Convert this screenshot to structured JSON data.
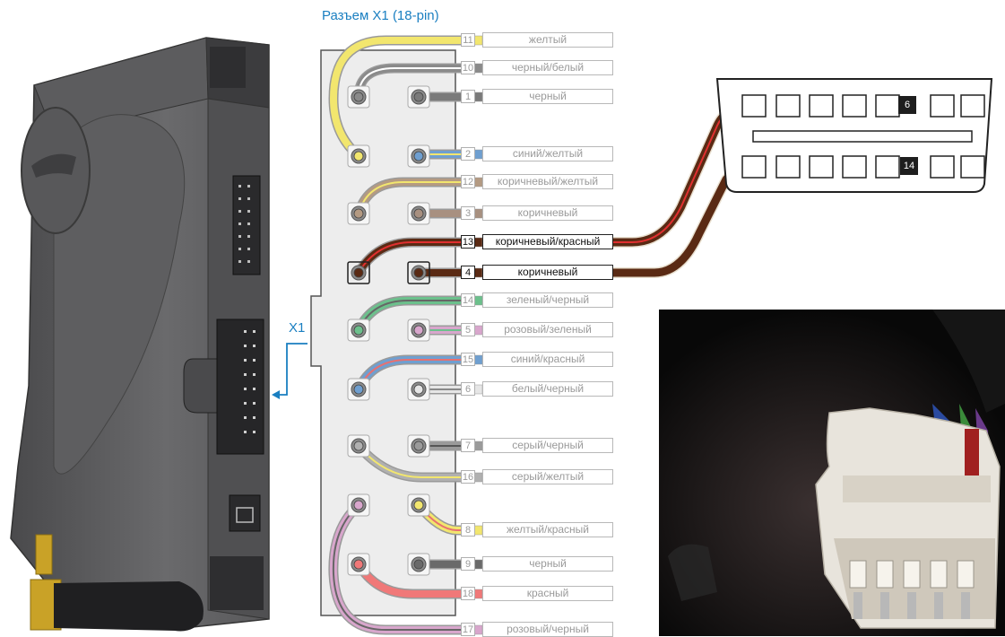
{
  "connector_title": "Разъем X1 (18-pin)",
  "x1_label": "X1",
  "wires": [
    {
      "pin": "11",
      "label": "желтый",
      "color": "#f2e66e",
      "stripe": "#f2e66e",
      "highlight": false
    },
    {
      "pin": "10",
      "label": "черный/белый",
      "color": "#8a8a8a",
      "stripe": "#ffffff",
      "highlight": false
    },
    {
      "pin": "1",
      "label": "черный",
      "color": "#7a7a7a",
      "stripe": "#7a7a7a",
      "highlight": false
    },
    {
      "pin": "2",
      "label": "синий/желтый",
      "color": "#6f9fd0",
      "stripe": "#f2e66e",
      "highlight": false
    },
    {
      "pin": "12",
      "label": "коричневый/желтый",
      "color": "#b49a82",
      "stripe": "#f2e66e",
      "highlight": false
    },
    {
      "pin": "3",
      "label": "коричневый",
      "color": "#a89080",
      "stripe": "#a89080",
      "highlight": false
    },
    {
      "pin": "13",
      "label": "коричневый/красный",
      "color": "#5a2a14",
      "stripe": "#e03030",
      "highlight": true
    },
    {
      "pin": "4",
      "label": "коричневый",
      "color": "#5a2a14",
      "stripe": "#5a2a14",
      "highlight": true
    },
    {
      "pin": "14",
      "label": "зеленый/черный",
      "color": "#6cc08c",
      "stripe": "#666666",
      "highlight": false
    },
    {
      "pin": "5",
      "label": "розовый/зеленый",
      "color": "#d8a6cc",
      "stripe": "#6cc08c",
      "highlight": false
    },
    {
      "pin": "15",
      "label": "синий/красный",
      "color": "#6f9fd0",
      "stripe": "#e87070",
      "highlight": false
    },
    {
      "pin": "6",
      "label": "белый/черный",
      "color": "#e6e6e6",
      "stripe": "#888888",
      "highlight": false
    },
    {
      "pin": "7",
      "label": "серый/черный",
      "color": "#9a9a9a",
      "stripe": "#555555",
      "highlight": false
    },
    {
      "pin": "16",
      "label": "серый/желтый",
      "color": "#b0b0b0",
      "stripe": "#f2e66e",
      "highlight": false
    },
    {
      "pin": "8",
      "label": "желтый/красный",
      "color": "#f2e66e",
      "stripe": "#e87070",
      "highlight": false
    },
    {
      "pin": "9",
      "label": "черный",
      "color": "#6a6a6a",
      "stripe": "#6a6a6a",
      "highlight": false
    },
    {
      "pin": "18",
      "label": "красный",
      "color": "#f07878",
      "stripe": "#f07878",
      "highlight": false
    },
    {
      "pin": "17",
      "label": "розовый/черный",
      "color": "#d8a6cc",
      "stripe": "#666666",
      "highlight": false
    }
  ],
  "obd_pins": [
    "6",
    "14"
  ],
  "colors": {
    "accent": "#1a7fc1",
    "highlight_wire": "#5a2a14",
    "highlight_stripe": "#e03030"
  }
}
